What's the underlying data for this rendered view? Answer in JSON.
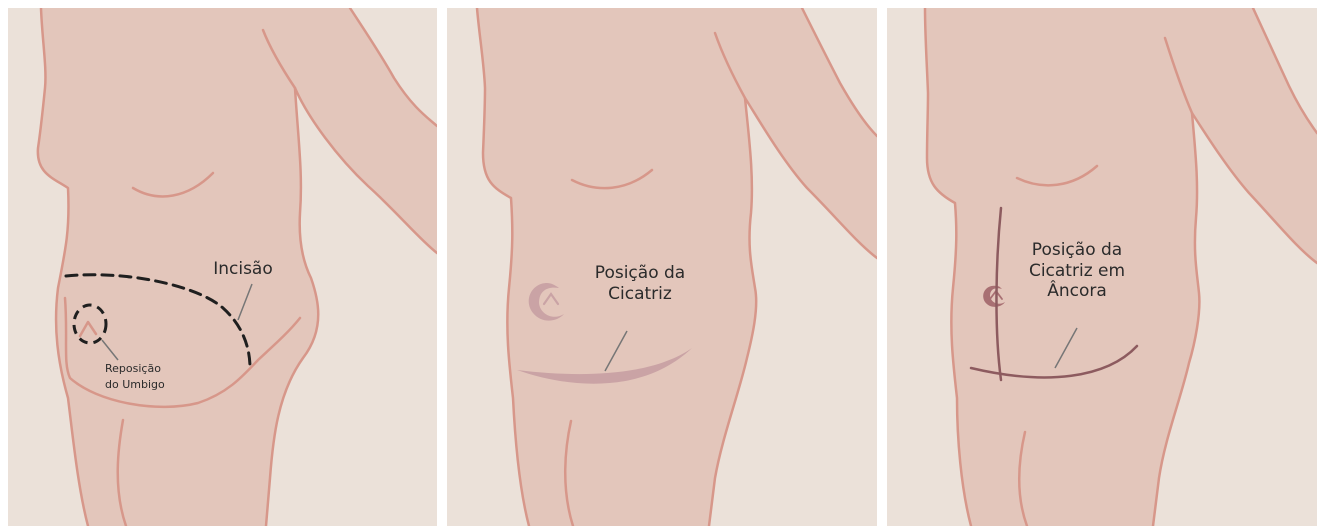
{
  "colors": {
    "background": "#ebe1d9",
    "skin": "#e3c6bb",
    "outline": "#d7978a",
    "dashed": "#1f1f1f",
    "pointer": "#767676",
    "scar_light": "#caa3a5",
    "scar_dark": "#8d5b5f"
  },
  "panels": [
    {
      "labels": {
        "incision": "Incisão",
        "navel_line1": "Reposição",
        "navel_line2": "do Umbigo"
      }
    },
    {
      "labels": {
        "scar_line1": "Posição da",
        "scar_line2": "Cicatriz"
      }
    },
    {
      "labels": {
        "scar_line1": "Posição da",
        "scar_line2": "Cicatriz em",
        "scar_line3": "Âncora"
      }
    }
  ]
}
